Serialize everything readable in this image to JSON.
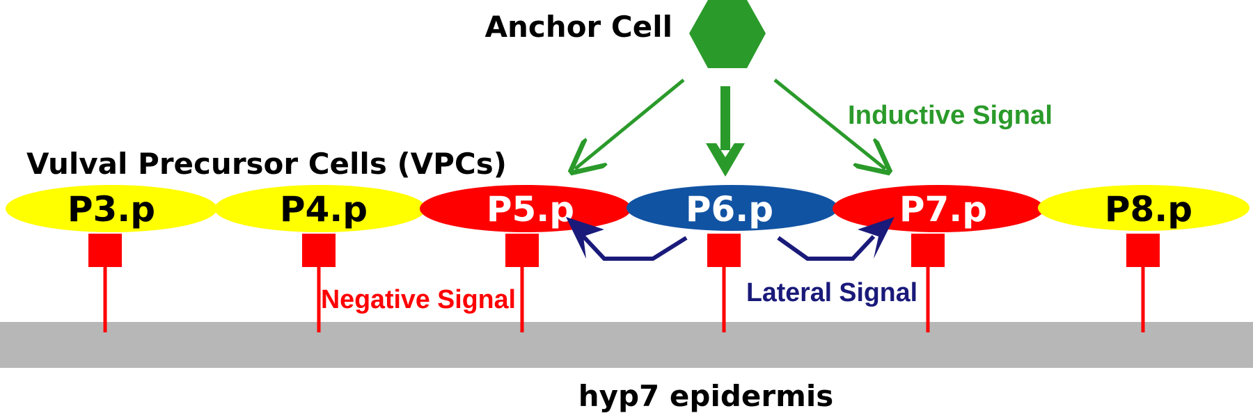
{
  "labels": {
    "anchor_cell": "Anchor Cell",
    "vpcs": "Vulval Precursor Cells (VPCs)",
    "inductive_signal": "Inductive Signal",
    "negative_signal": "Negative Signal",
    "lateral_signal": "Lateral Signal",
    "epidermis": "hyp7 epidermis"
  },
  "cells": [
    {
      "name": "P3.p",
      "fill": "#ffff00",
      "text_color": "#000000"
    },
    {
      "name": "P4.p",
      "fill": "#ffff00",
      "text_color": "#000000"
    },
    {
      "name": "P5.p",
      "fill": "#ff0000",
      "text_color": "#ffffff"
    },
    {
      "name": "P6.p",
      "fill": "#1153a3",
      "text_color": "#ffffff"
    },
    {
      "name": "P7.p",
      "fill": "#ff0000",
      "text_color": "#ffffff"
    },
    {
      "name": "P8.p",
      "fill": "#ffff00",
      "text_color": "#000000"
    }
  ],
  "colors": {
    "anchor": "#2a9a2a",
    "inductive": "#2a9a2a",
    "negative": "#ff0000",
    "lateral": "#1a1a7a",
    "epidermis": "#b7b7b7",
    "connector": "#ff0000"
  }
}
